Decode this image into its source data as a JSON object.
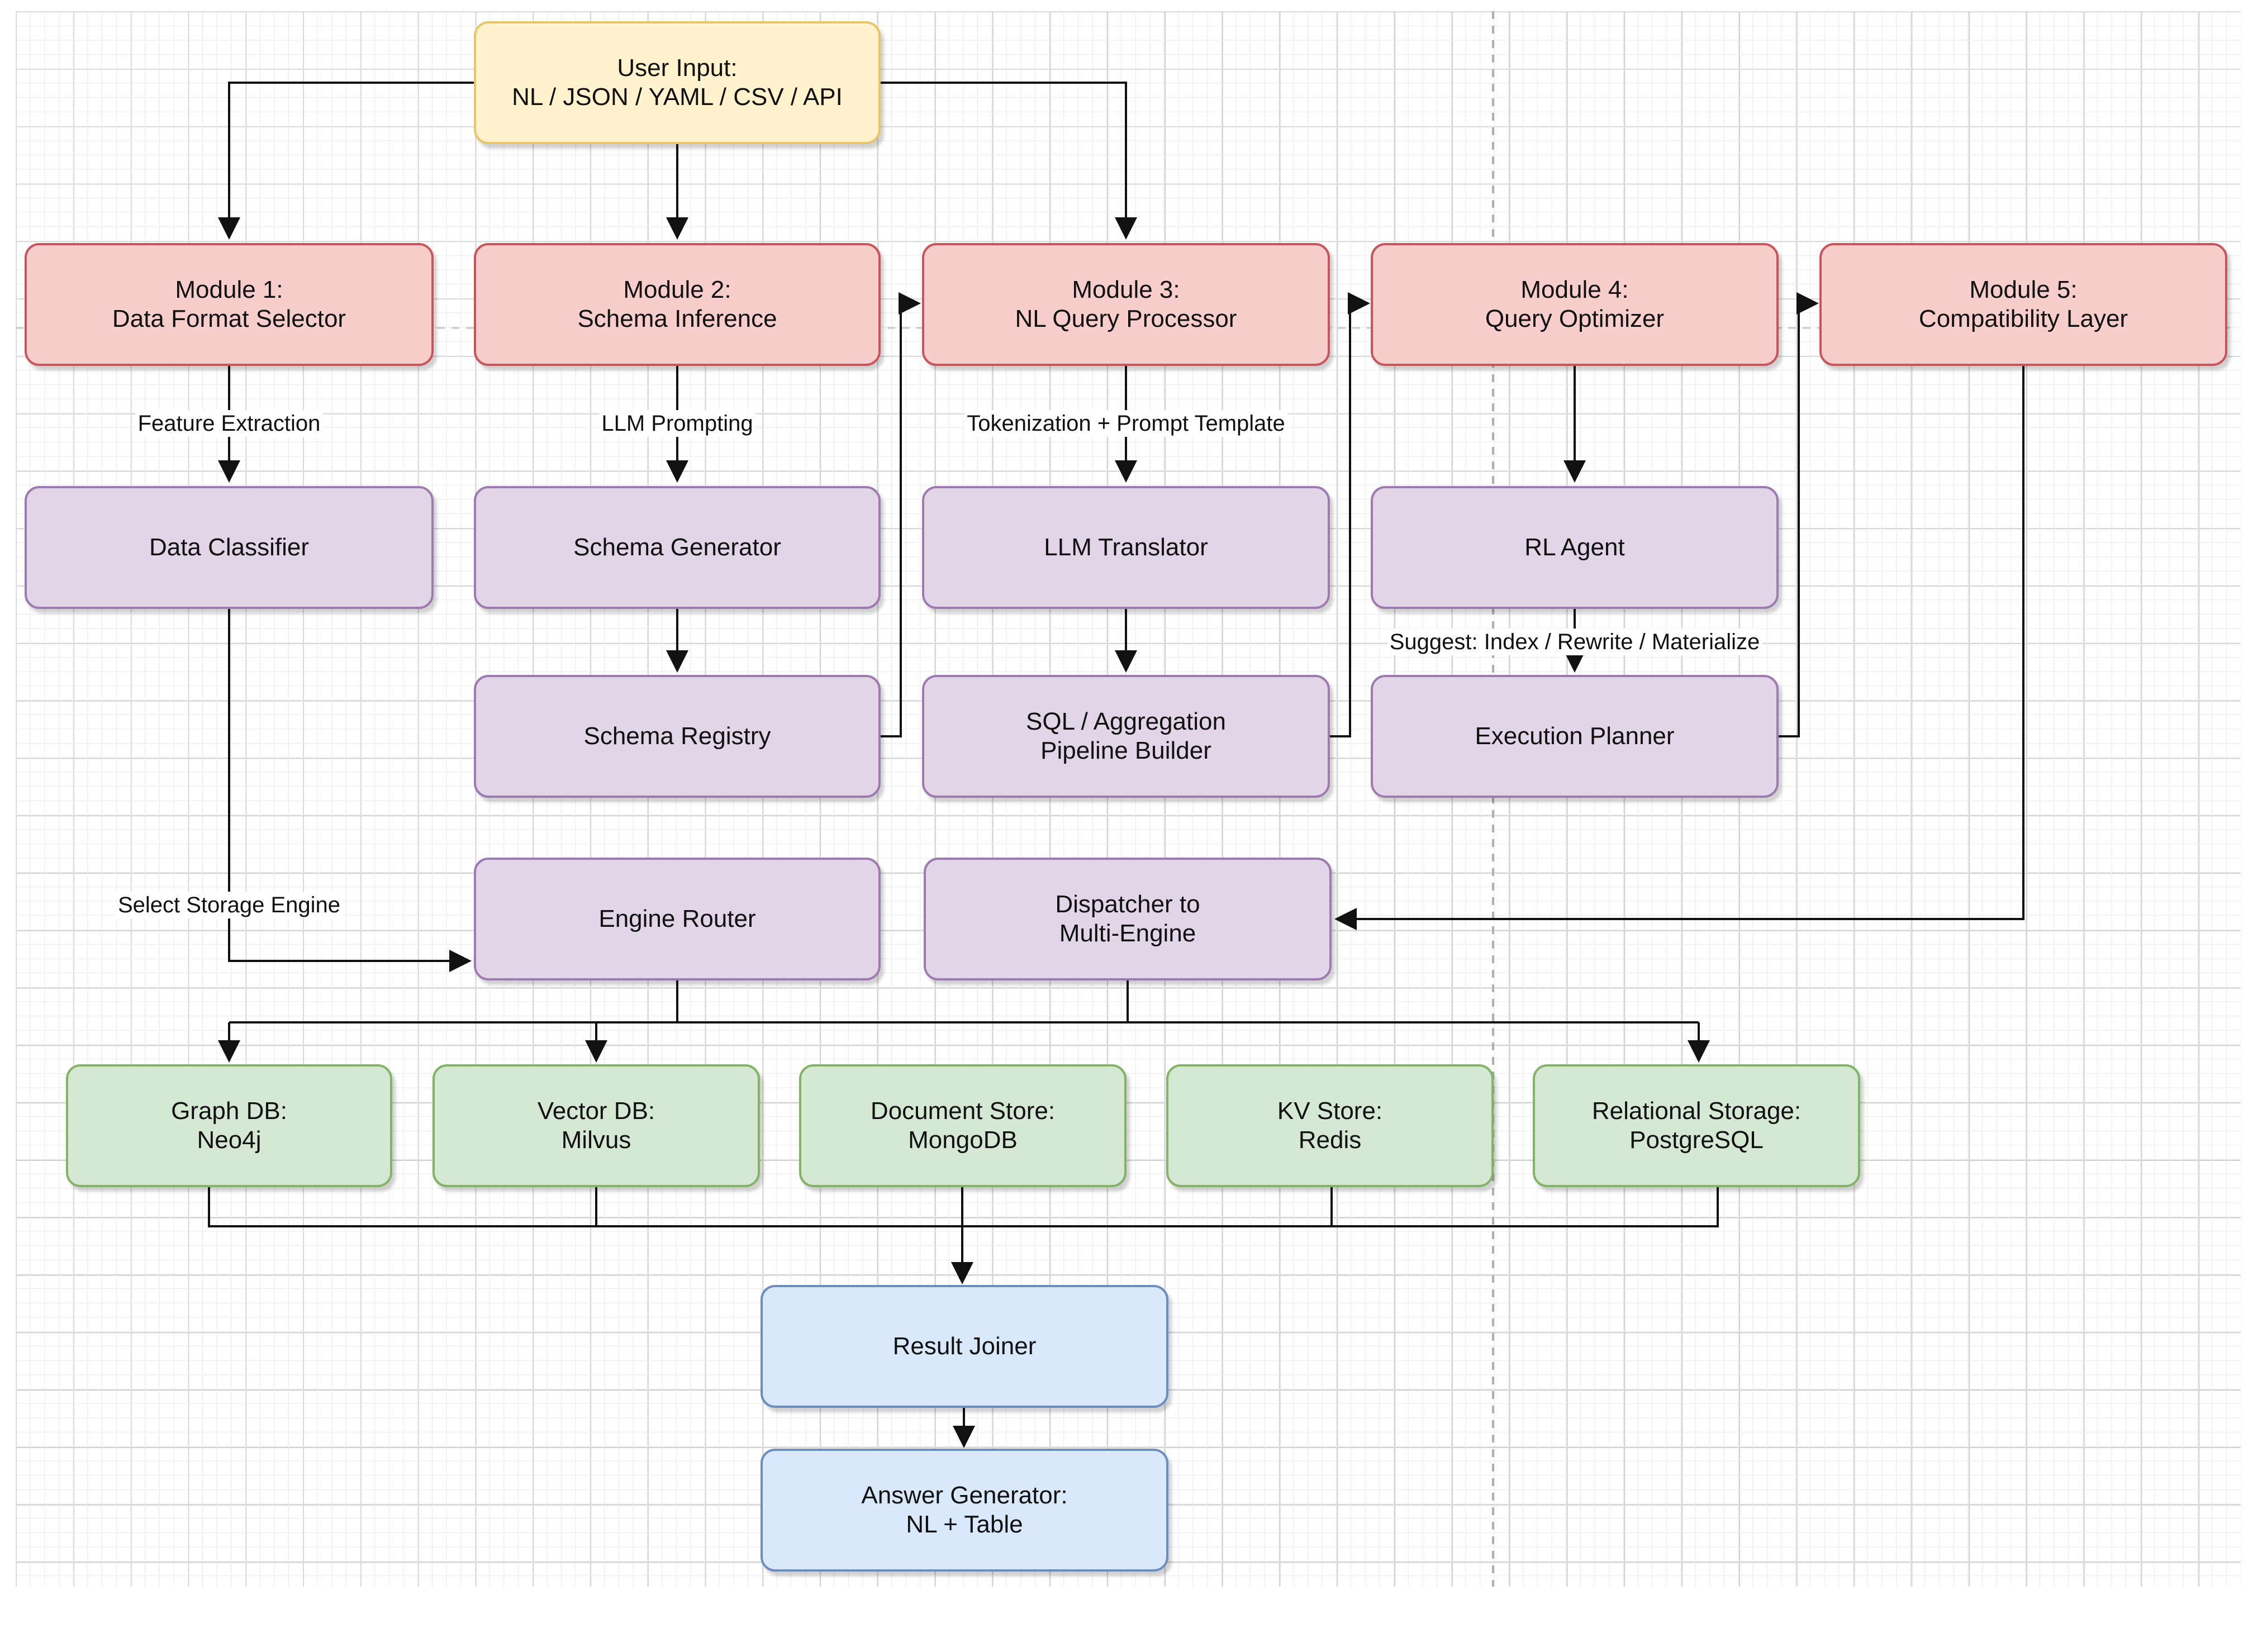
{
  "diagram": {
    "input": {
      "line1": "User Input:",
      "line2": "NL / JSON / YAML / CSV / API"
    },
    "modules": [
      {
        "line1": "Module 1:",
        "line2": "Data Format Selector"
      },
      {
        "line1": "Module 2:",
        "line2": "Schema Inference"
      },
      {
        "line1": "Module 3:",
        "line2": "NL Query Processor"
      },
      {
        "line1": "Module 4:",
        "line2": "Query Optimizer"
      },
      {
        "line1": "Module 5:",
        "line2": "Compatibility Layer"
      }
    ],
    "components": {
      "data_classifier": "Data Classifier",
      "schema_generator": "Schema Generator",
      "schema_registry": "Schema Registry",
      "llm_translator": "LLM Translator",
      "sql_builder": {
        "line1": "SQL / Aggregation",
        "line2": "Pipeline Builder"
      },
      "rl_agent": "RL Agent",
      "execution_planner": "Execution Planner",
      "engine_router": "Engine Router",
      "dispatcher": {
        "line1": "Dispatcher to",
        "line2": "Multi-Engine"
      }
    },
    "stores": [
      {
        "line1": "Graph DB:",
        "line2": "Neo4j"
      },
      {
        "line1": "Vector DB:",
        "line2": "Milvus"
      },
      {
        "line1": "Document Store:",
        "line2": "MongoDB"
      },
      {
        "line1": "KV Store:",
        "line2": "Redis"
      },
      {
        "line1": "Relational Storage:",
        "line2": "PostgreSQL"
      }
    ],
    "outputs": {
      "result_joiner": "Result Joiner",
      "answer_generator": {
        "line1": "Answer Generator:",
        "line2": "NL + Table"
      }
    },
    "edge_labels": {
      "feature_extraction": "Feature Extraction",
      "llm_prompting": "LLM Prompting",
      "tokenization": "Tokenization + Prompt Template",
      "suggest": "Suggest: Index / Rewrite / Materialize",
      "select_storage": "Select Storage Engine"
    }
  },
  "colors": {
    "input": "#fff2cc",
    "module": "#f8cecc",
    "component": "#e1d5e7",
    "store": "#d5e8d4",
    "output": "#dae8fc"
  }
}
